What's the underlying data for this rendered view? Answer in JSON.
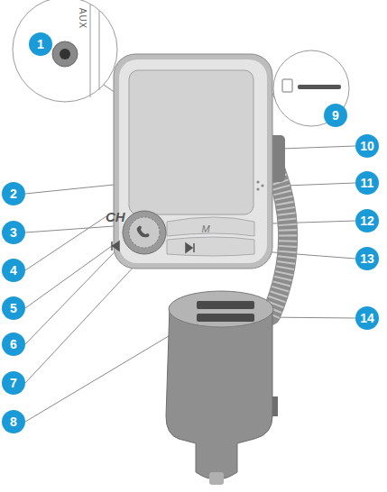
{
  "diagram": {
    "labels": [
      "1",
      "AUX",
      "9",
      "2",
      "10",
      "3",
      "11",
      "4",
      "CH",
      "M",
      "12",
      "5",
      "13",
      "6",
      "7",
      "8",
      "14"
    ]
  }
}
